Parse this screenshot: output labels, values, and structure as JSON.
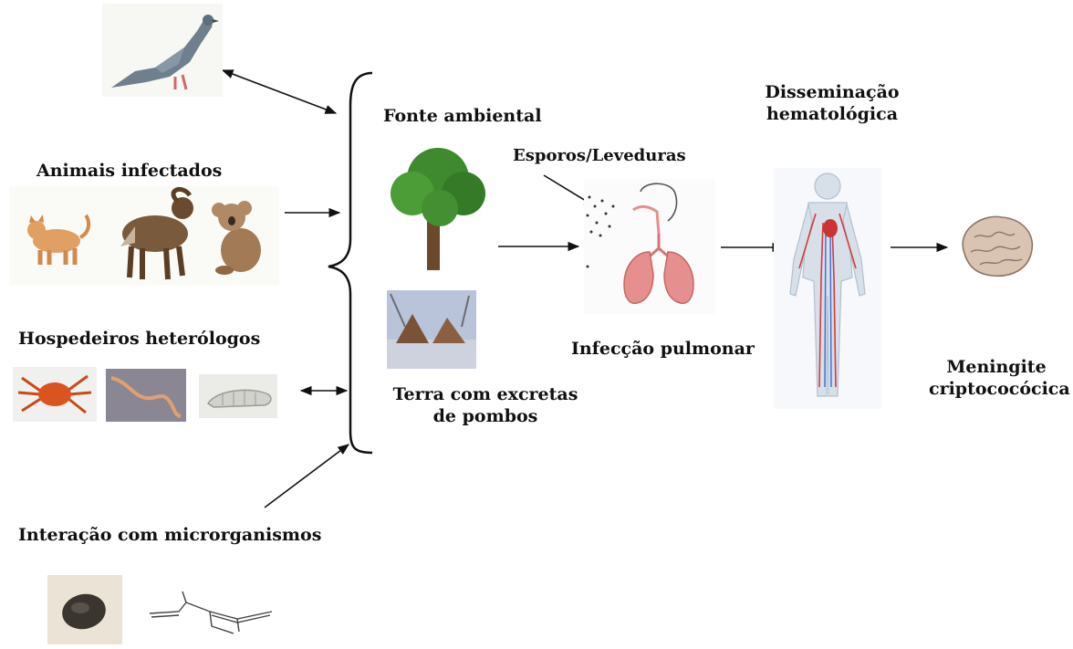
{
  "labels": {
    "fonte_ambiental": "Fonte ambiental",
    "animais_infectados": "Animais infectados",
    "hospedeiros_heterologos": "Hospedeiros heterólogos",
    "interacao_microrganismos": "Interação com microrganismos",
    "esporos_leveduras": "Esporos/Leveduras",
    "terra_excretas_line1": "Terra com excretas",
    "terra_excretas_line2": "de pombos",
    "infeccao_pulmonar": "Infecção pulmonar",
    "disseminacao_line1": "Disseminação",
    "disseminacao_line2": "hematológica",
    "meningite_line1": "Meningite",
    "meningite_line2": "criptococócica"
  },
  "colors": {
    "text": "#111111",
    "arrow": "#111111",
    "tree_foliage": "#3f8a2e",
    "tree_trunk": "#6b4a2b",
    "cat": "#e0a063",
    "goat": "#7a5a3c",
    "koala": "#a27a55",
    "mite": "#d9541e",
    "worm": "#e0a070",
    "lung": "#e58f8f",
    "brain": "#d9c4b4"
  },
  "icons": [
    "pigeon-icon",
    "cat-icon",
    "goat-icon",
    "koala-icon",
    "tree-icon",
    "soil-mounds-icon",
    "mite-icon",
    "worm-icon",
    "larva-icon",
    "yeast-cell-icon",
    "hyphae-icon",
    "respiratory-system-icon",
    "human-body-circulation-icon",
    "brain-icon"
  ]
}
